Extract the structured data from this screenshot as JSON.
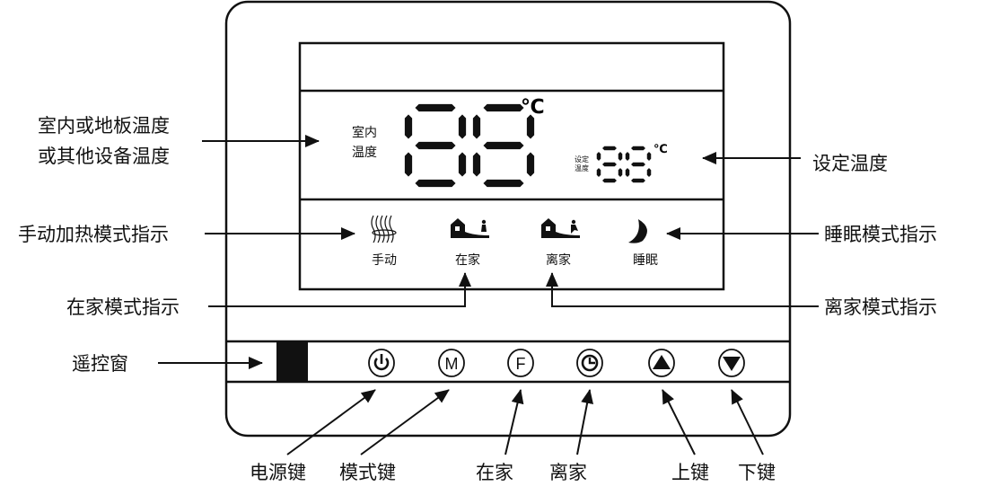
{
  "callouts": {
    "room_temp_line1": "室内或地板温度",
    "room_temp_line2": "或其他设备温度",
    "set_temp": "设定温度",
    "manual_heat": "手动加热模式指示",
    "sleep_mode": "睡眠模式指示",
    "home_mode": "在家模式指示",
    "away_mode": "离家模式指示",
    "remote_window": "遥控窗"
  },
  "lcd": {
    "room_label_1": "室内",
    "room_label_2": "温度",
    "room_value": "88",
    "room_unit": "℃",
    "set_label_1": "设定",
    "set_label_2": "温度",
    "set_value": "88",
    "set_unit": "℃",
    "icons": [
      {
        "icon": "heating-icon",
        "label": "手动"
      },
      {
        "icon": "home-person-icon",
        "label": "在家"
      },
      {
        "icon": "away-person-icon",
        "label": "离家"
      },
      {
        "icon": "moon-icon",
        "label": "睡眠"
      }
    ]
  },
  "buttons": [
    {
      "icon": "power-icon",
      "glyph": "",
      "label": "电源键"
    },
    {
      "icon": "mode-icon",
      "glyph": "M",
      "label": "模式键"
    },
    {
      "icon": "f-icon",
      "glyph": "F",
      "label": "在家"
    },
    {
      "icon": "clock-icon",
      "glyph": "",
      "label": "离家"
    },
    {
      "icon": "up-triangle-icon",
      "glyph": "",
      "label": "上键"
    },
    {
      "icon": "down-triangle-icon",
      "glyph": "",
      "label": "下键"
    }
  ]
}
